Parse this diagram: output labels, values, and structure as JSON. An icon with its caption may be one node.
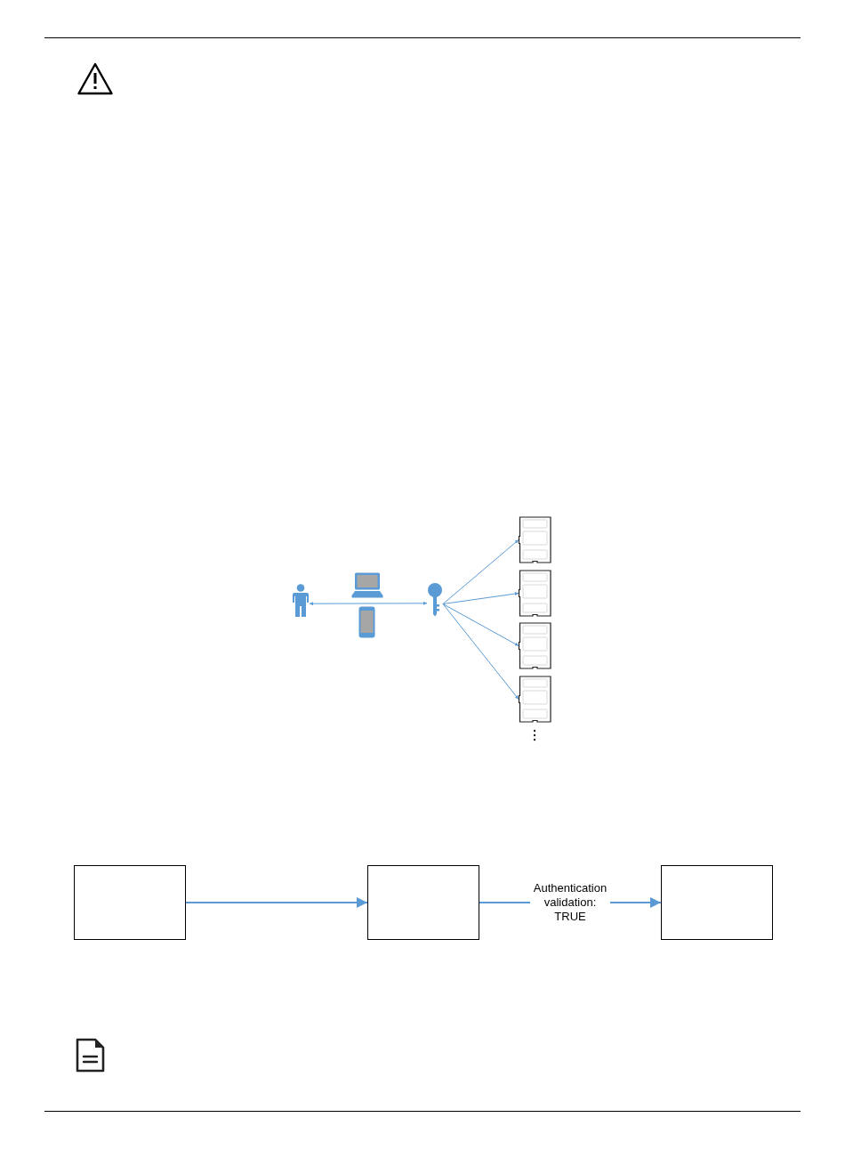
{
  "diagram": {
    "nodes": [
      {
        "text": [],
        "shape": "person"
      },
      {
        "text": [],
        "shape": "picture"
      },
      {
        "text": [],
        "shape": "picture"
      },
      {
        "text": [],
        "shape": "picture"
      },
      {
        "text": [],
        "shape": "picture"
      },
      {
        "text": [],
        "shape": "picture"
      },
      {
        "text": [],
        "shape": "box"
      },
      {
        "text": [],
        "shape": "box"
      },
      {
        "text": [],
        "shape": "box"
      }
    ],
    "edges": [
      {
        "from": 0,
        "to": 1,
        "arrow": "both"
      },
      {
        "from": 1,
        "to": 2,
        "arrow": "to"
      },
      {
        "from": 1,
        "to": 3,
        "arrow": "to"
      },
      {
        "from": 1,
        "to": 4,
        "arrow": "to"
      },
      {
        "from": 1,
        "to": 5,
        "arrow": "to"
      },
      {
        "from": 6,
        "to": 7,
        "arrow": "to"
      },
      {
        "from": 7,
        "to": 8,
        "arrow": "to",
        "label": "Authentication validation: TRUE"
      }
    ]
  }
}
